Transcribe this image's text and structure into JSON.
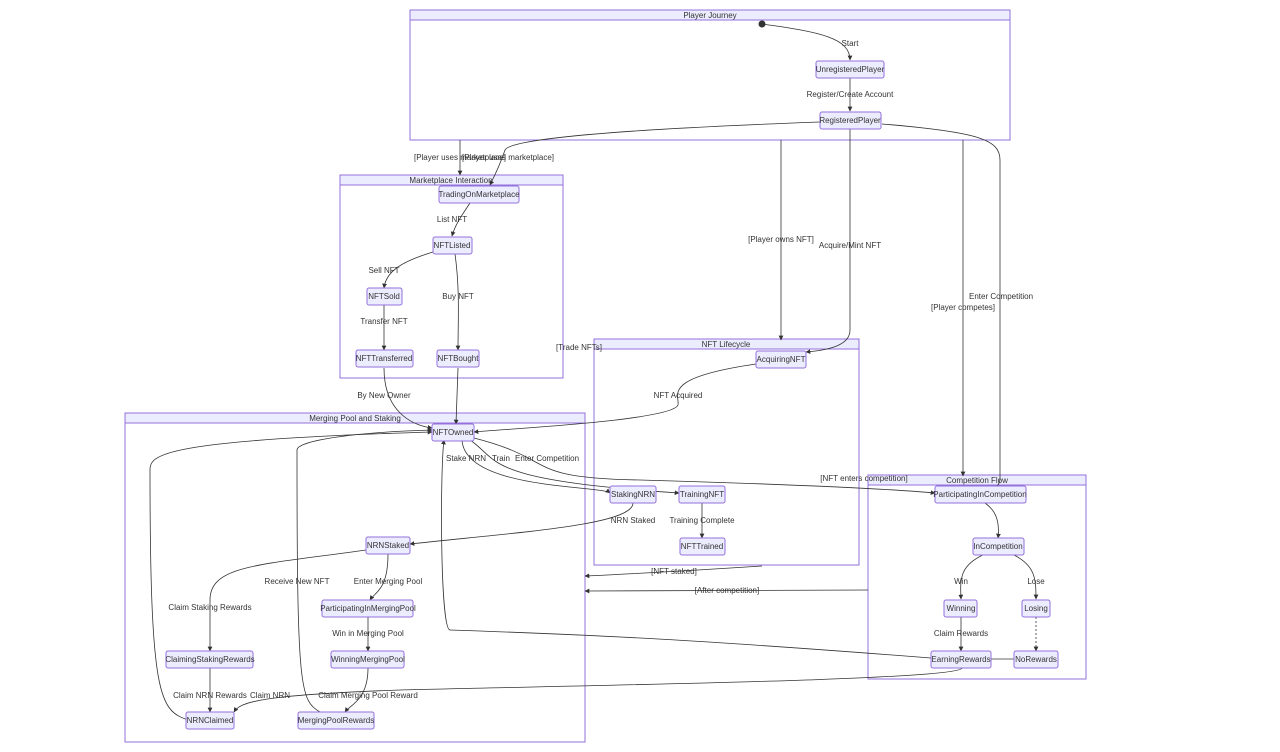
{
  "clusters": {
    "player_journey": "Player Journey",
    "marketplace": "Marketplace Interaction",
    "nft_lifecycle": "NFT Lifecycle",
    "merging": "Merging Pool and Staking",
    "competition": "Competition Flow"
  },
  "states": {
    "unregistered": "UnregisteredPlayer",
    "registered": "RegisteredPlayer",
    "trading": "TradingOnMarketplace",
    "listed": "NFTListed",
    "sold": "NFTSold",
    "bought": "NFTBought",
    "transferred": "NFTTransferred",
    "acquiring": "AcquiringNFT",
    "owned": "NFTOwned",
    "staking": "StakingNRN",
    "training": "TrainingNFT",
    "trained": "NFTTrained",
    "nrn_staked": "NRNStaked",
    "participating_pool": "ParticipatingInMergingPool",
    "winning_pool": "WinningMergingPool",
    "claiming_staking": "ClaimingStakingRewards",
    "nrn_claimed": "NRNClaimed",
    "pool_rewards": "MergingPoolRewards",
    "participating_comp": "ParticipatingInCompetition",
    "in_competition": "InCompetition",
    "winning": "Winning",
    "losing": "Losing",
    "earning": "EarningRewards",
    "no_rewards": "NoRewards"
  },
  "transitions": {
    "start": "Start",
    "register": "Register/Create Account",
    "uses_marketplace_a": "[Player uses marketplace]",
    "uses_marketplace_b": "[Player uses marketplace]",
    "owns_nft": "[Player owns NFT]",
    "acquire_mint": "Acquire/Mint NFT",
    "competes": "[Player competes]",
    "enter_competition_top": "Enter Competition",
    "list_nft": "List NFT",
    "sell_nft": "Sell NFT",
    "buy_nft": "Buy NFT",
    "transfer_nft": "Transfer NFT",
    "trade_nfts": "[Trade NFTs]",
    "by_new_owner": "By New Owner",
    "nft_acquired": "NFT Acquired",
    "stake_nrn": "Stake NRN",
    "train": "Train",
    "enter_competition": "Enter Competition",
    "nft_enters_competition": "[NFT enters competition]",
    "nrn_staked": "NRN Staked",
    "training_complete": "Training Complete",
    "nft_staked": "[NFT staked]",
    "after_competition": "[After competition]",
    "receive_new_nft": "Receive New NFT",
    "enter_merging_pool": "Enter Merging Pool",
    "claim_staking_rewards": "Claim Staking Rewards",
    "win_merging_pool": "Win in Merging Pool",
    "claim_nrn_rewards": "Claim NRN Rewards",
    "claim_nrn": "Claim NRN",
    "claim_merging_pool_reward": "Claim Merging Pool Reward",
    "win": "Win",
    "lose": "Lose",
    "claim_rewards": "Claim Rewards"
  }
}
